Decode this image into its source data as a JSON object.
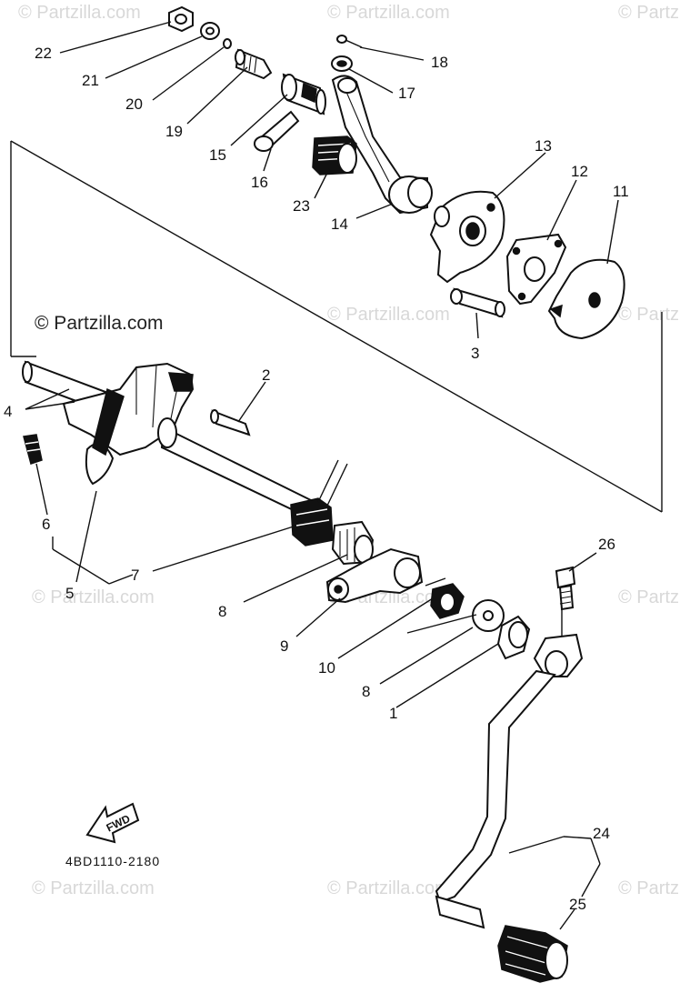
{
  "watermark": {
    "text": "© Partzilla.com",
    "main_text": "© Partzilla.com"
  },
  "diagram_code": "4BD1110-2180",
  "direction_arrow": {
    "label": "FWD"
  },
  "callouts": [
    {
      "id": "c22",
      "label": "22"
    },
    {
      "id": "c21",
      "label": "21"
    },
    {
      "id": "c20",
      "label": "20"
    },
    {
      "id": "c19",
      "label": "19"
    },
    {
      "id": "c15",
      "label": "15"
    },
    {
      "id": "c16",
      "label": "16"
    },
    {
      "id": "c23",
      "label": "23"
    },
    {
      "id": "c14",
      "label": "14"
    },
    {
      "id": "c18",
      "label": "18"
    },
    {
      "id": "c17",
      "label": "17"
    },
    {
      "id": "c13",
      "label": "13"
    },
    {
      "id": "c12",
      "label": "12"
    },
    {
      "id": "c11",
      "label": "11"
    },
    {
      "id": "c3",
      "label": "3"
    },
    {
      "id": "c2",
      "label": "2"
    },
    {
      "id": "c4",
      "label": "4"
    },
    {
      "id": "c6",
      "label": "6"
    },
    {
      "id": "c5",
      "label": "5"
    },
    {
      "id": "c7",
      "label": "7"
    },
    {
      "id": "c8a",
      "label": "8"
    },
    {
      "id": "c9",
      "label": "9"
    },
    {
      "id": "c10",
      "label": "10"
    },
    {
      "id": "c8b",
      "label": "8"
    },
    {
      "id": "c1",
      "label": "1"
    },
    {
      "id": "c26",
      "label": "26"
    },
    {
      "id": "c24",
      "label": "24"
    },
    {
      "id": "c25",
      "label": "25"
    }
  ]
}
